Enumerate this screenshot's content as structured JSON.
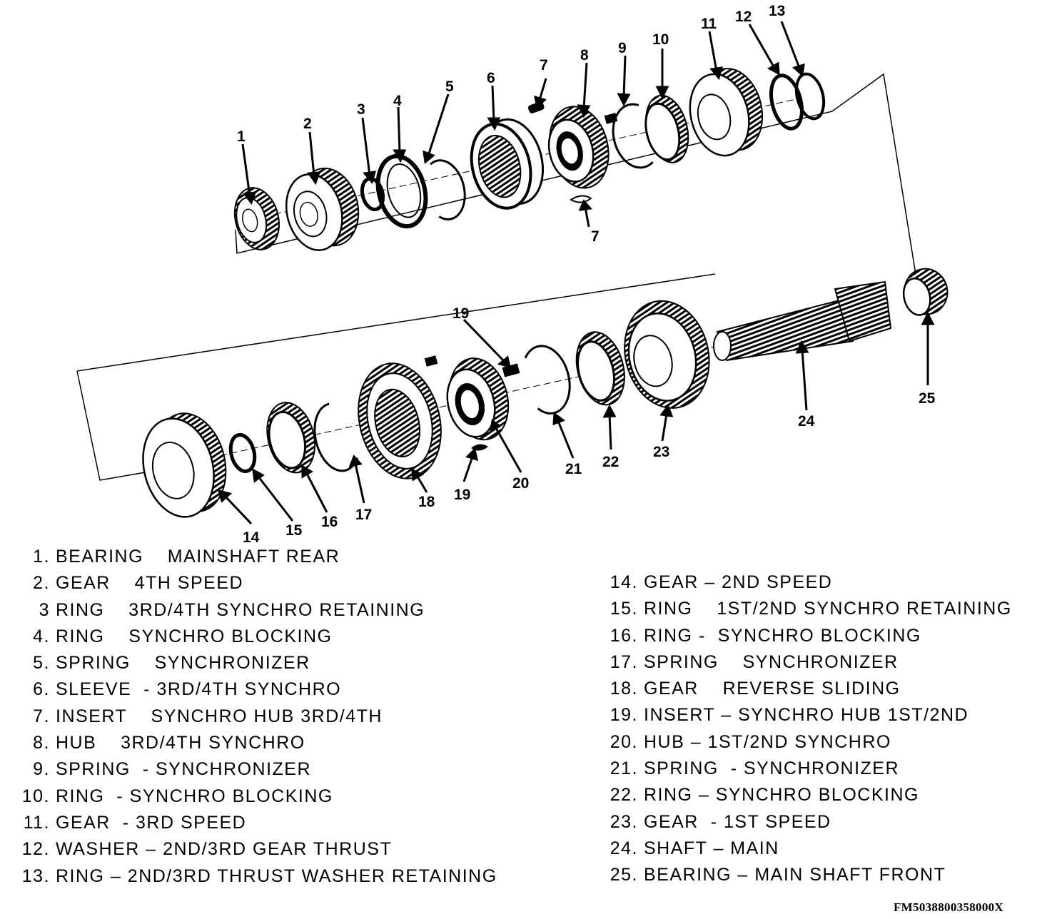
{
  "diagram": {
    "callouts": [
      "1",
      "2",
      "3",
      "4",
      "5",
      "6",
      "7",
      "8",
      "9",
      "10",
      "11",
      "12",
      "13",
      "14",
      "15",
      "16",
      "17",
      "18",
      "19",
      "20",
      "21",
      "22",
      "23",
      "24",
      "25"
    ]
  },
  "legend": {
    "left": [
      {
        "num": "1.",
        "text": "BEARING    MAINSHAFT REAR"
      },
      {
        "num": "2.",
        "text": "GEAR    4TH SPEED"
      },
      {
        "num": "3",
        "text": "RING    3RD/4TH SYNCHRO RETAINING"
      },
      {
        "num": "4.",
        "text": "RING    SYNCHRO BLOCKING"
      },
      {
        "num": "5.",
        "text": "SPRING    SYNCHRONIZER"
      },
      {
        "num": "6.",
        "text": "SLEEVE  - 3RD/4TH SYNCHRO"
      },
      {
        "num": "7.",
        "text": "INSERT    SYNCHRO HUB 3RD/4TH"
      },
      {
        "num": "8.",
        "text": "HUB    3RD/4TH SYNCHRO"
      },
      {
        "num": "9.",
        "text": "SPRING  - SYNCHRONIZER"
      },
      {
        "num": "10.",
        "text": "RING  - SYNCHRO BLOCKING"
      },
      {
        "num": "11.",
        "text": "GEAR  - 3RD SPEED"
      },
      {
        "num": "12.",
        "text": "WASHER – 2ND/3RD GEAR THRUST"
      },
      {
        "num": "13.",
        "text": "RING – 2ND/3RD THRUST WASHER RETAINING"
      }
    ],
    "right": [
      {
        "num": "14.",
        "text": "GEAR – 2ND SPEED"
      },
      {
        "num": "15.",
        "text": "RING    1ST/2ND SYNCHRO RETAINING"
      },
      {
        "num": "16.",
        "text": "RING -  SYNCHRO BLOCKING"
      },
      {
        "num": "17.",
        "text": "SPRING    SYNCHRONIZER"
      },
      {
        "num": "18.",
        "text": "GEAR    REVERSE SLIDING"
      },
      {
        "num": "19.",
        "text": "INSERT – SYNCHRO HUB 1ST/2ND"
      },
      {
        "num": "20.",
        "text": "HUB – 1ST/2ND SYNCHRO"
      },
      {
        "num": "21.",
        "text": "SPRING  - SYNCHRONIZER"
      },
      {
        "num": "22.",
        "text": "RING – SYNCHRO BLOCKING"
      },
      {
        "num": "23.",
        "text": "GEAR  - 1ST SPEED"
      },
      {
        "num": "24.",
        "text": "SHAFT – MAIN"
      },
      {
        "num": "25.",
        "text": "BEARING – MAIN SHAFT FRONT"
      }
    ]
  },
  "figure_code": "FM5038800358000X"
}
